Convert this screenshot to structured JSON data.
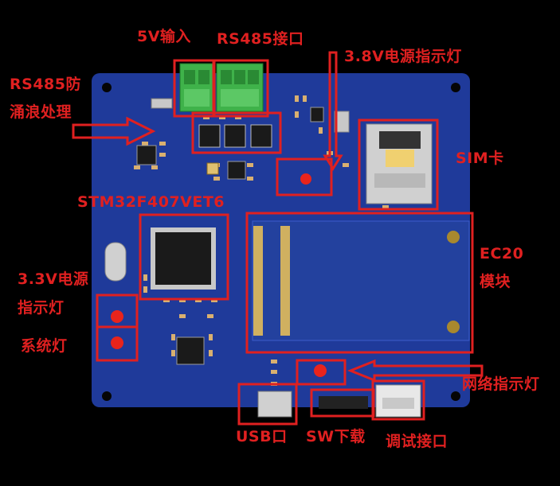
{
  "labels": {
    "power_5v_input": "5V输入",
    "rs485_interface": "RS485接口",
    "power_3v8_indicator": "3.8V电源指示灯",
    "rs485_surge_line1": "RS485防",
    "rs485_surge_line2": "涌浪处理",
    "sim_card": "SIM卡",
    "mcu_model": "STM32F407VET6",
    "ec20_line1": "EC20",
    "ec20_line2": "模块",
    "power_3v3_line1": "3.3V电源",
    "power_3v3_line2": "指示灯",
    "system_led": "系统灯",
    "network_indicator": "网络指示灯",
    "usb_port": "USB口",
    "sw_download": "SW下载",
    "debug_interface": "调试接口"
  },
  "colors": {
    "background": "#000000",
    "pcb_blue": "#1f3a9a",
    "annotation_red": "#e02020",
    "terminal_green": "#3fb24a",
    "led_red": "#e8241c"
  }
}
